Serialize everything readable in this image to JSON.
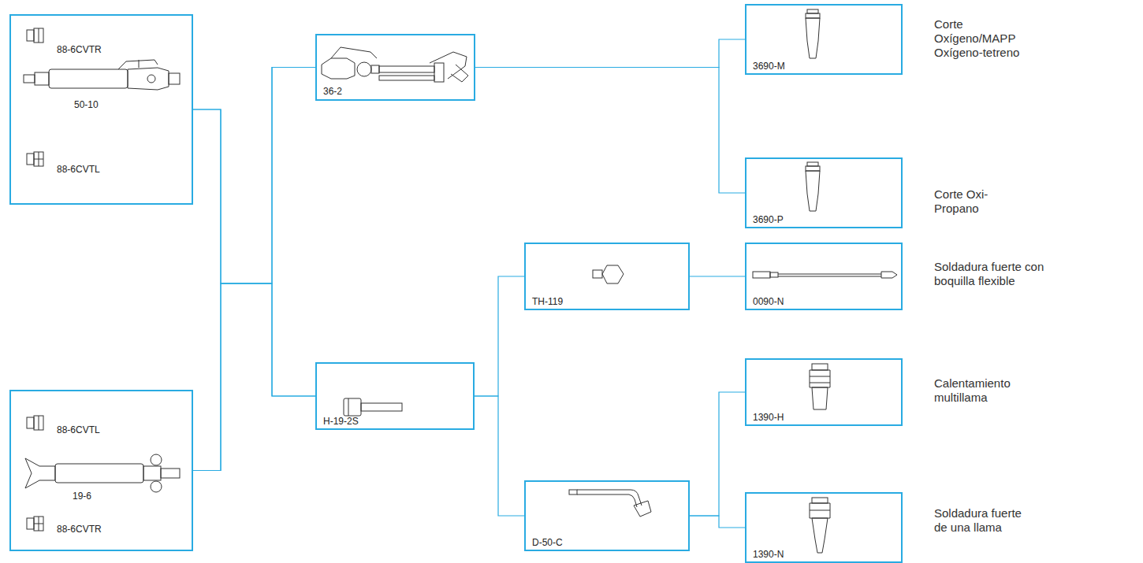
{
  "diagram": {
    "nodes": [
      {
        "text": [
          "88-6CVTR",
          "50-10",
          "88-6CVTL"
        ]
      },
      {
        "text": [
          "88-6CVTL",
          "19-6",
          "88-6CVTR"
        ]
      },
      {
        "text": [
          "36-2"
        ]
      },
      {
        "text": [
          "H-19-2S"
        ]
      },
      {
        "text": [
          "3690-M"
        ]
      },
      {
        "text": [
          "3690-P"
        ]
      },
      {
        "text": [
          "TH-119"
        ]
      },
      {
        "text": [
          "0090-N"
        ]
      },
      {
        "text": [
          "D-50-C"
        ]
      },
      {
        "text": [
          "1390-H"
        ]
      },
      {
        "text": [
          "1390-N"
        ]
      }
    ],
    "edges": [
      {
        "from": 0,
        "to": 2,
        "arrow": "none"
      },
      {
        "from": 0,
        "to": 3,
        "arrow": "none"
      },
      {
        "from": 1,
        "to": 2,
        "arrow": "none"
      },
      {
        "from": 1,
        "to": 3,
        "arrow": "none"
      },
      {
        "from": 2,
        "to": 4,
        "arrow": "none"
      },
      {
        "from": 2,
        "to": 5,
        "arrow": "none"
      },
      {
        "from": 3,
        "to": 6,
        "arrow": "none"
      },
      {
        "from": 3,
        "to": 8,
        "arrow": "none"
      },
      {
        "from": 6,
        "to": 7,
        "arrow": "none"
      },
      {
        "from": 8,
        "to": 9,
        "arrow": "none"
      },
      {
        "from": 8,
        "to": 10,
        "arrow": "none"
      }
    ],
    "labels": [
      "Corte Oxígeno/MAPP Oxígeno-tetreno",
      "Corte Oxi-Propano",
      "Soldadura fuerte con boquilla flexible",
      "Calentamiento multillama",
      "Soldadura fuerte de una llama"
    ]
  }
}
